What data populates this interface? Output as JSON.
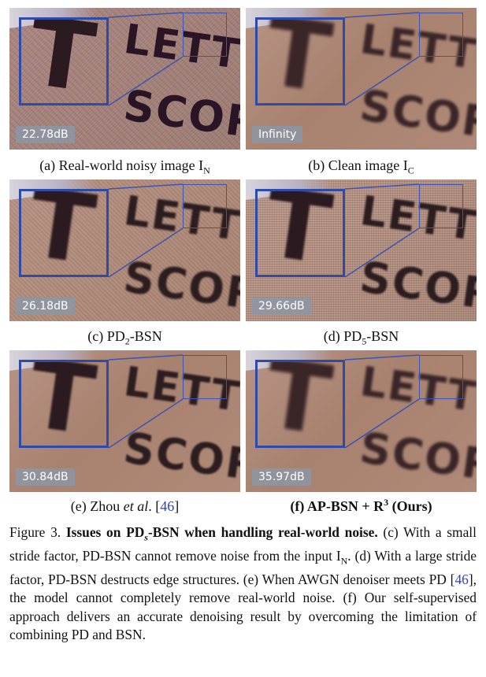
{
  "panels": [
    {
      "id": "a",
      "psnr": "22.78dB",
      "caption_prefix": "(a) Real-world noisy image I",
      "caption_sub": "N",
      "caption_suffix": ""
    },
    {
      "id": "b",
      "psnr": "Infinity",
      "caption_prefix": "(b) Clean image I",
      "caption_sub": "C",
      "caption_suffix": ""
    },
    {
      "id": "c",
      "psnr": "26.18dB",
      "caption_prefix": "(c) PD",
      "caption_sub": "2",
      "caption_suffix": "-BSN"
    },
    {
      "id": "d",
      "psnr": "29.66dB",
      "caption_prefix": "(d) PD",
      "caption_sub": "5",
      "caption_suffix": "-BSN"
    },
    {
      "id": "e",
      "psnr": "30.84dB",
      "caption_prefix": "(e) Zhou ",
      "caption_italic": "et al",
      "caption_mid": ". [",
      "caption_cite": "46",
      "caption_suffix": "]"
    },
    {
      "id": "f",
      "psnr": "35.97dB",
      "caption_prefix": "(f) AP-BSN + R",
      "caption_sup": "3",
      "caption_suffix": " (Ours)"
    }
  ],
  "image_text": {
    "line1": "LETT",
    "line2": "SCOR",
    "zoom_letter": "T"
  },
  "figure_caption": {
    "label": "Figure 3.",
    "title_pre": "Issues on PD",
    "title_sub": "s",
    "title_post": "-BSN when handling real-world noise.",
    "sent_c": "(c) With a small stride factor, PD-BSN cannot remove noise from the input I",
    "sent_c_sub": "N",
    "sent_d": ".  (d) With a large stride factor, PD-BSN destructs edge structures.  (e) When AWGN denoiser meets PD [",
    "cite": "46",
    "sent_e": "], the model cannot completely remove real-world noise.  (f) Our self-supervised approach delivers an accurate denoising result by overcoming the limitation of combining PD and BSN."
  }
}
